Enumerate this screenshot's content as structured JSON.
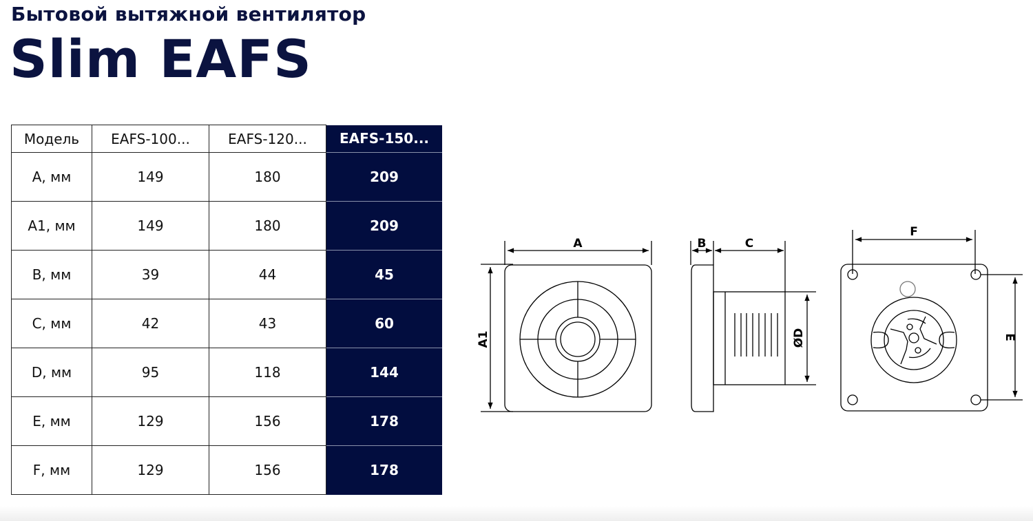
{
  "header": {
    "subtitle": "Бытовой вытяжной вентилятор",
    "title": "Slim EAFS"
  },
  "table": {
    "columns": [
      "Модель",
      "EAFS-100...",
      "EAFS-120...",
      "EAFS-150..."
    ],
    "highlighted_column": 3,
    "rows": [
      {
        "label": "A, мм",
        "values": [
          "149",
          "180",
          "209"
        ]
      },
      {
        "label": "A1, мм",
        "values": [
          "149",
          "180",
          "209"
        ]
      },
      {
        "label": "B, мм",
        "values": [
          "39",
          "44",
          "45"
        ]
      },
      {
        "label": "C, мм",
        "values": [
          "42",
          "43",
          "60"
        ]
      },
      {
        "label": "D, мм",
        "values": [
          "95",
          "118",
          "144"
        ]
      },
      {
        "label": "E, мм",
        "values": [
          "129",
          "156",
          "178"
        ]
      },
      {
        "label": "F, мм",
        "values": [
          "129",
          "156",
          "178"
        ]
      }
    ]
  },
  "drawing": {
    "front_labels": {
      "width": "A",
      "height": "A1"
    },
    "side_labels": {
      "flange": "B",
      "depth": "C",
      "diameter": "ØD"
    },
    "back_labels": {
      "hole_span_h": "F",
      "hole_span_v": "E"
    }
  },
  "colors": {
    "brand_navy": "#020d3f",
    "text_dark": "#0b1340"
  }
}
